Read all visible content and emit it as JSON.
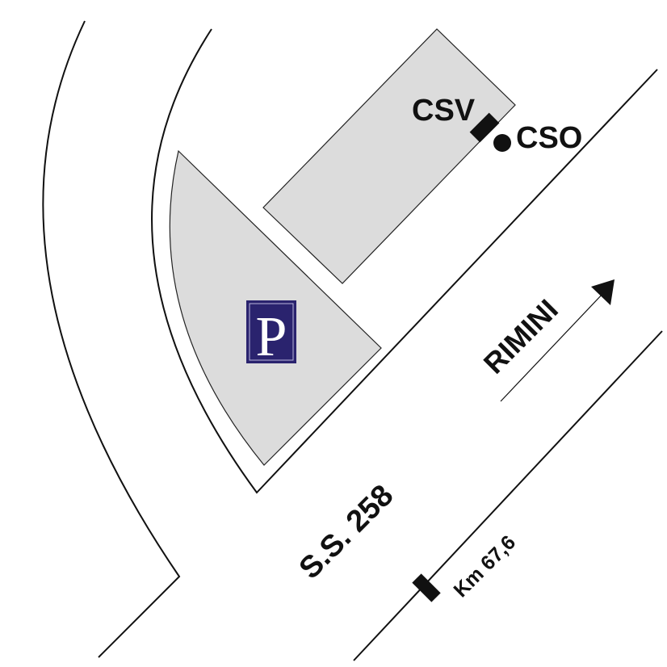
{
  "map": {
    "labels": {
      "csv": "CSV",
      "cso": "CSO",
      "direction": "RIMINI",
      "road": "S.S. 258",
      "km": "Km 67,6"
    },
    "parking": {
      "letter": "P",
      "icon": "parking-sign-icon"
    },
    "colors": {
      "line": "#111111",
      "building_fill": "#dcdcdc",
      "parking_bg": "#2a236e",
      "parking_letter": "#ffffff"
    }
  }
}
